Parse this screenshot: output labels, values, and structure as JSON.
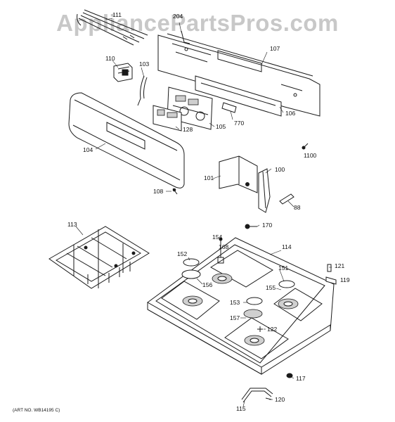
{
  "watermark": "AppliancePartsPros.com",
  "art_number": "(ART NO. WB14195 C)",
  "callouts": [
    "111",
    "204",
    "107",
    "110",
    "103",
    "106",
    "770",
    "105",
    "128",
    "104",
    "1100",
    "101",
    "100",
    "108",
    "88",
    "113",
    "170",
    "154",
    "114",
    "168",
    "152",
    "151",
    "121",
    "119",
    "156",
    "155",
    "153",
    "157",
    "122",
    "117",
    "120",
    "115"
  ]
}
